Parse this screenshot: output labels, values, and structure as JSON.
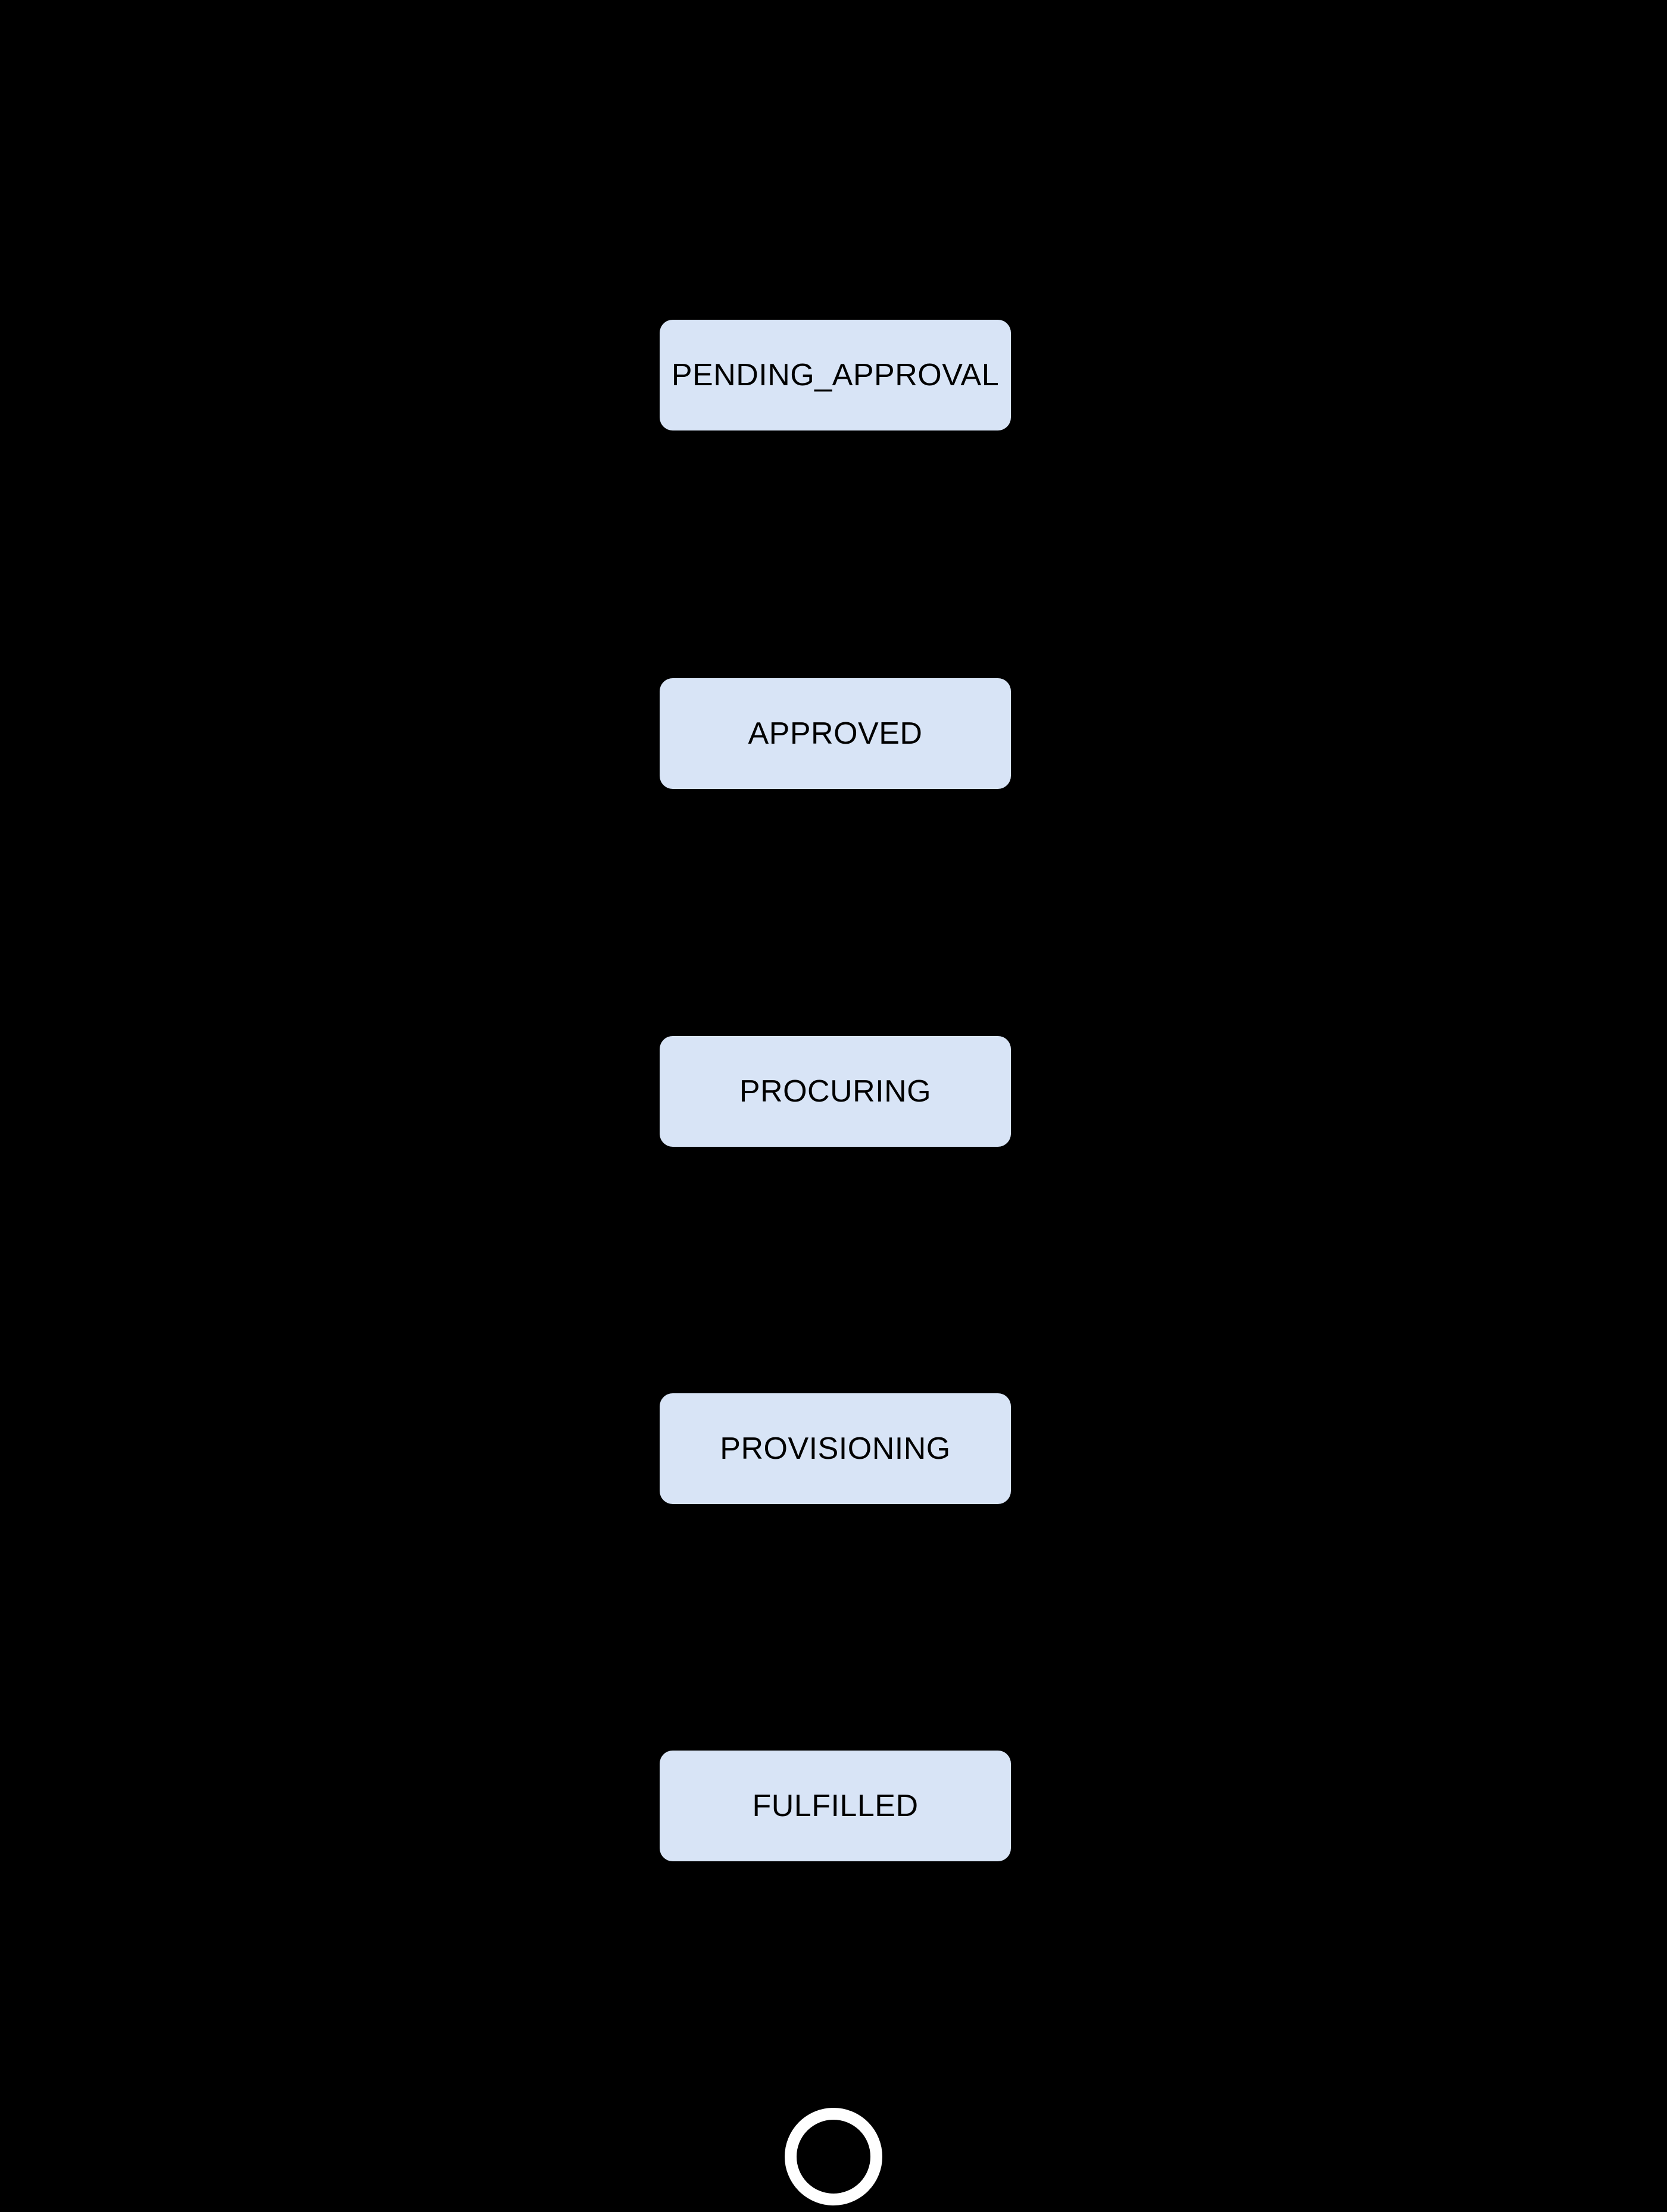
{
  "diagram": {
    "type": "state-diagram",
    "orientation": "vertical",
    "states": [
      {
        "label": "PENDING_APPROVAL"
      },
      {
        "label": "APPROVED"
      },
      {
        "label": "PROCURING"
      },
      {
        "label": "PROVISIONING"
      },
      {
        "label": "FULFILLED"
      }
    ],
    "final_state": {
      "shape": "ring"
    }
  },
  "theme": {
    "background": "#000000",
    "node-fill": "#d8e4f6",
    "node-text": "#000000",
    "final-ring": "#ffffff"
  }
}
